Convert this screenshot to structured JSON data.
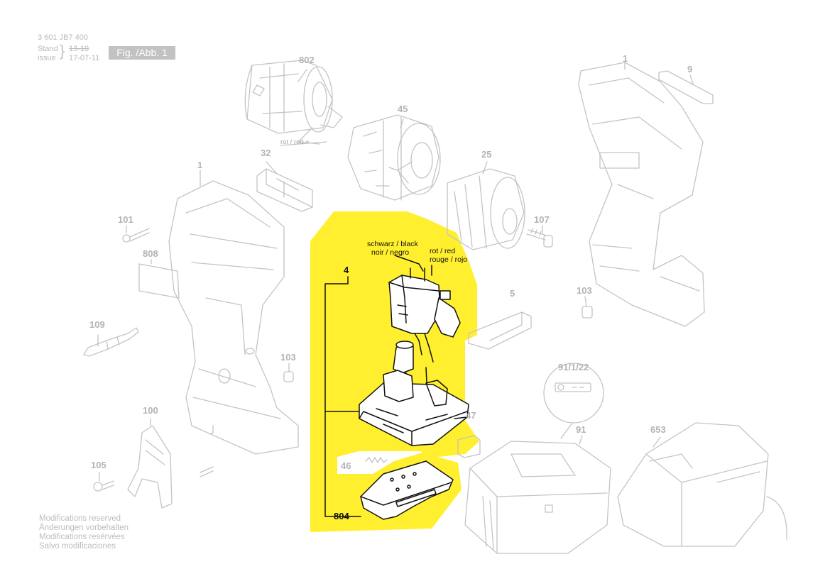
{
  "header": {
    "doc_number": "3 601 JB7 400",
    "stand_label": "Stand",
    "issue_label": "issue",
    "old_date": "13-10",
    "new_date": "17-07-11",
    "figure_tag": "Fig. /Abb. 1"
  },
  "parts": {
    "p802": "802",
    "p1_top": "1",
    "p9": "9",
    "p45": "45",
    "p32": "32",
    "p1_left": "1",
    "p25": "25",
    "p101": "101",
    "p107": "107",
    "p808": "808",
    "p4": "4",
    "p5": "5",
    "p103_right": "103",
    "p109": "109",
    "p103_left": "103",
    "p91_1_22": "91/1/22",
    "p100": "100",
    "p47": "47",
    "p91": "91",
    "p653": "653",
    "p105": "105",
    "p46": "46",
    "p804": "804"
  },
  "wires": {
    "motor_red": "rot / red +",
    "black_1": "schwarz / black",
    "black_2": "noir / negro",
    "red_1": "rot / red",
    "red_2": "rouge / rojo"
  },
  "footer": [
    "Modifications reserved",
    "Änderungen vorbehalten",
    "Modifications resérvées",
    "Salvo modificaciones"
  ],
  "colors": {
    "highlight": "#ffef2e",
    "line_grey": "#c4c4c4",
    "label_grey": "#b3b3b3",
    "text_dark": "#111111"
  }
}
